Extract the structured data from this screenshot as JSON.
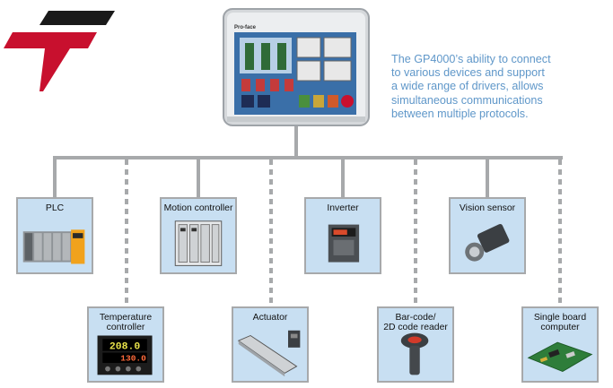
{
  "description": {
    "lines": [
      "The GP4000’s ability to connect",
      "to various devices and support",
      "a wide range of drivers,  allows",
      "simultaneous communications",
      "between multiple protocols."
    ]
  },
  "hmi": {
    "brand": "Pro-face"
  },
  "devices": [
    {
      "label": "PLC"
    },
    {
      "label": "Temperature\ncontroller"
    },
    {
      "label": "Motion controller"
    },
    {
      "label": "Actuator"
    },
    {
      "label": "Inverter"
    },
    {
      "label": "Bar-code/\n2D code reader"
    },
    {
      "label": "Vision sensor"
    },
    {
      "label": "Single board\ncomputer"
    }
  ],
  "temperature_display": {
    "pv": "208.0",
    "sv": "130.0"
  },
  "colors": {
    "logo_red": "#c8102e",
    "logo_black": "#1a1a1a",
    "bus": "#a7a9ab",
    "box_fill": "#c8dff2",
    "text_blue": "#5f97c9"
  }
}
